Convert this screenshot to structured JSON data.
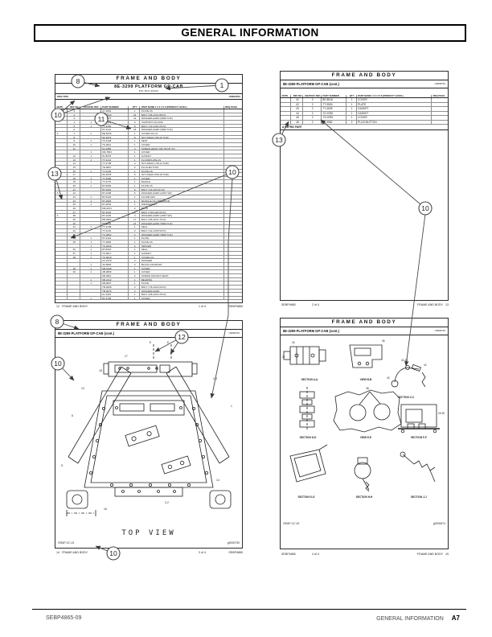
{
  "page": {
    "title": "GENERAL INFORMATION",
    "footer_left": "SEBP4865-09",
    "footer_right": "GENERAL INFORMATION",
    "footer_page": "A7"
  },
  "callouts": [
    "8",
    "1",
    "10",
    "11",
    "13",
    "10",
    "13",
    "10",
    "8",
    "12",
    "10",
    "10"
  ],
  "panels": {
    "p1": {
      "header": "FRAME AND BODY",
      "subtitle": "8E-3299 PLATFORM GP-CAB",
      "pin": "PIN 5KC-00000",
      "serial": "6KS-7250",
      "doc_id": "U0000791",
      "head": [
        [
          "NOTE",
          "REF NO",
          "GRAPHIC REF",
          "PART NUMBER",
          "QTY",
          "PART NAME 1 2 3 4 5 6 (PRODUCT LEVEL)",
          "REQ PAGE"
        ]
      ],
      "rows": [
        [
          "",
          "1",
          "",
          "37-3862",
          "1",
          "PLATE AS",
          ""
        ],
        [
          "",
          "2",
          "",
          "4B-3940",
          "24",
          "BOLT (3/8-16X1.88 IN)",
          ""
        ],
        [
          "",
          "3",
          "",
          "4F-7375",
          "41",
          "WASHER-HARD (5MM THK)",
          ""
        ],
        [
          "",
          "4",
          "1",
          "9F-1304",
          "4",
          "SUPPORT AS-FWD",
          ""
        ],
        [
          "",
          "5",
          "1",
          "7T-3339",
          "8",
          "BOLT (1/2-13X1.25 IN)",
          ""
        ],
        [
          "",
          "6",
          "",
          "8T-4121",
          "18",
          "WASHER-HARD (6MM THK)",
          ""
        ],
        [
          "A",
          "7",
          "1",
          "8E-8136",
          "1",
          "COVER AS-LH",
          ""
        ],
        [
          "",
          "8",
          "",
          "9F-2979",
          "8",
          "NUT-WELD (3/8-16 THD)",
          ""
        ],
        [
          "",
          "9",
          "1",
          "7F-3138",
          "1",
          "SEAT",
          ""
        ],
        [
          "",
          "10",
          "1",
          "7K-3011",
          "1",
          "COVER",
          ""
        ],
        [
          "",
          "11",
          "",
          "9J-2358",
          "4",
          "SCREW-HEAD (3/8-16X.87 IN)",
          ""
        ],
        [
          "",
          "",
          "1",
          "9M-7824",
          "1",
          "COVER",
          ""
        ],
        [
          "",
          "12",
          "1",
          "8L-8075",
          "1",
          "GASKET",
          ""
        ],
        [
          "",
          "13",
          "1",
          "7T-3141",
          "1",
          "FLOORPLATE AS",
          ""
        ],
        [
          "",
          "14",
          "",
          "7T-3738",
          "4",
          "NUT-WELD (7/8-14 THD)",
          ""
        ],
        [
          "",
          "15",
          "",
          "7E-9607",
          "2",
          "PLUG-BUTTON",
          ""
        ],
        [
          "",
          "16",
          "1",
          "7T-3136",
          "1",
          "PLATE AS",
          ""
        ],
        [
          "",
          "17",
          "",
          "9F-2978",
          "5",
          "NUT-WELD (5/8-18 THD)",
          ""
        ],
        [
          "",
          "18",
          "1",
          "7T-3096",
          "1",
          "COVER",
          ""
        ],
        [
          "",
          "19",
          "1",
          "7T-3776",
          "1",
          "BAFFLE",
          ""
        ],
        [
          "",
          "20",
          "1",
          "8T-8384",
          "1",
          "PLATE AS",
          ""
        ],
        [
          "",
          "21",
          "",
          "8T-4091",
          "6",
          "BOLT (1/4-20X.62 IN)",
          ""
        ],
        [
          "A",
          "22",
          "",
          "8T-4208",
          "6",
          "WASHER-HARD (22M THK)",
          ""
        ],
        [
          "",
          "23",
          "1",
          "8T-9404",
          "1",
          "FLOOR MAT",
          ""
        ],
        [
          "",
          "24",
          "1",
          "8T-2826",
          "1",
          "MODULE AS-OPERATOR",
          ""
        ],
        [
          "",
          "25",
          "1",
          "8T-2834",
          "1",
          "WINDSHIELD",
          ""
        ],
        [
          "",
          "26",
          "",
          "9M-9072",
          "2",
          "PLUG",
          ""
        ],
        [
          "",
          "27",
          "",
          "8T-4044",
          "4",
          "BOLT (7/16-20X.62 IN)",
          ""
        ],
        [
          "A",
          "28",
          "",
          "8T-4200",
          "4",
          "WASHER-HARD (20M THK)",
          ""
        ],
        [
          "",
          "29",
          "",
          "8B-3982",
          "17",
          "BOLT (3/8-16X1.75 IN)",
          ""
        ],
        [
          "",
          "30",
          "",
          "8T-3075",
          "21",
          "WASHER-HARD (5MM THK)",
          ""
        ],
        [
          "",
          "31",
          "1",
          "7T-3138",
          "1",
          "SEAL",
          ""
        ],
        [
          "",
          "32",
          "",
          "7T-3134",
          "2",
          "BOLT (1/2-13X5.50 IN)",
          ""
        ],
        [
          "",
          "33",
          "",
          "7K-3662",
          "2",
          "WASHER-HARD (5MM THK)",
          ""
        ],
        [
          "",
          "34",
          "1",
          "5T-3444",
          "1",
          "PLATE",
          ""
        ],
        [
          "",
          "35",
          "1",
          "7T-3890",
          "1",
          "PLATE AS",
          ""
        ],
        [
          "",
          "",
          "1",
          "7K-4046",
          "4",
          "SPACER",
          ""
        ],
        [
          "",
          "36",
          "1",
          "8T-8301",
          "1",
          "SEAL",
          ""
        ],
        [
          "",
          "37",
          "1",
          "7K-9617",
          "1",
          "GASKET",
          ""
        ],
        [
          "",
          "38",
          "1",
          "7K-9018",
          "1",
          "COVER AS",
          ""
        ],
        [
          "",
          "",
          "",
          "2K-2378",
          "2",
          "WASHER",
          ""
        ],
        [
          "",
          "",
          "1",
          "4F-9826",
          "2",
          "BLOCK-KNURLED",
          ""
        ],
        [
          "",
          "39",
          "1",
          "9B-3438",
          "1",
          "COVER",
          ""
        ],
        [
          "",
          "40",
          "1",
          "4B-9680",
          "1",
          "COVER",
          ""
        ],
        [
          "",
          "",
          "",
          "9B-3901",
          "2",
          "SCREW-SOCKET HEAD",
          ""
        ],
        [
          "",
          "",
          "1",
          "9B-2142",
          "1",
          "BEARING",
          ""
        ],
        [
          "",
          "",
          "1",
          "9B-9607",
          "1",
          "PLATE",
          ""
        ],
        [
          "",
          "",
          "",
          "7B-3098",
          "2",
          "BOLT (7/8-16X3.00 IN)",
          ""
        ],
        [
          "",
          "",
          "",
          "7B-3075",
          "2",
          "WASHER-HARD",
          ""
        ],
        [
          "",
          "",
          "",
          "9L-1901",
          "1",
          "BOLT (3/8-16X1.25 IN)",
          ""
        ],
        [
          "",
          "",
          "1",
          "8T-4796",
          "1",
          "COVER",
          ""
        ]
      ],
      "footer_left": "12   FRAME AND BODY",
      "footer_page": "1 of 4",
      "footer_right": "SEBP4865"
    },
    "p2": {
      "header": "FRAME AND BODY",
      "subtitle": "8E-3299 PLATFORM GP-CAB (cont.)",
      "doc_id": "U0000791",
      "head": [
        [
          "NOTE",
          "REF NO",
          "GRAPHIC REF",
          "PART NUMBER",
          "QTY",
          "PART NAME 1 2 3 4 5 6 (PRODUCT LEVEL)",
          "REQ PAGE"
        ]
      ],
      "rows": [
        [
          "",
          "41",
          "2",
          "8E-8516",
          "1",
          "COVER",
          ""
        ],
        [
          "",
          "42",
          "2",
          "7T-3526",
          "1",
          "PLATE",
          ""
        ],
        [
          "",
          "43",
          "2",
          "7T-4528",
          "1",
          "GASKET",
          ""
        ],
        [
          "",
          "44",
          "2",
          "7G-9780",
          "1",
          "GASKET",
          ""
        ],
        [
          "",
          "45",
          "2",
          "7G-9783",
          "1",
          "COVER",
          ""
        ],
        [
          "",
          "46",
          "2",
          "8T-3982",
          "2",
          "PLUG-BUTTON",
          ""
        ]
      ],
      "note": "A METRIC PART",
      "footer_left": "SEBP4865",
      "footer_page": "2 of 4",
      "footer_right": "FRAME AND BODY   13"
    },
    "p3": {
      "header": "FRAME AND BODY",
      "subtitle": "8E-3299 PLATFORM GP-CAB (cont.)",
      "doc_id": "U0000791",
      "view_label": "TOP VIEW",
      "section_markers": [
        "E",
        "E"
      ],
      "ref_labels": [
        "17",
        "18",
        "13",
        "2-3",
        "1",
        "8",
        "5",
        "16",
        "2-2",
        "14"
      ],
      "gfx_left": "GRAP-CC #1",
      "gfx_right": "g0000730",
      "footer_left": "14   FRAME AND BODY",
      "footer_page": "3 of 4",
      "footer_right": "SEBP4865"
    },
    "p4": {
      "header": "FRAME AND BODY",
      "subtitle": "8E-3299 PLATFORM GP-CAB (cont.)",
      "doc_id": "U0000791",
      "views": [
        "SECTION A-A",
        "VIEW B-B",
        "SECTION C-C",
        "SECTION D-D",
        "VIEW E-E",
        "SECTION F-F",
        "SECTION G-G",
        "SECTION H-H",
        "SECTION J-J"
      ],
      "ref_labels": [
        "26",
        "27",
        "36",
        "24-25",
        "43",
        "42",
        "29-30",
        "38"
      ],
      "gfx_left": "GRAP-CC #2",
      "gfx_right": "g0000674",
      "footer_left": "SEBP4865",
      "footer_page": "4 of 4",
      "footer_right": "FRAME AND BODY   15"
    }
  }
}
